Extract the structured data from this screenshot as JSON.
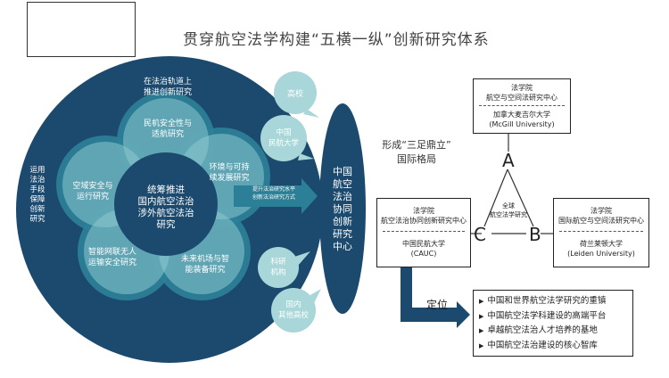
{
  "title": "贯穿航空法学构建“五横一纵”创新研究体系",
  "circle": {
    "core": [
      "统筹推进",
      "国内航空法治",
      "涉外航空法治",
      "研究"
    ],
    "petals": {
      "top": [
        "民机安全性与",
        "适航研究"
      ],
      "right": [
        "环境与可持",
        "续发展研究"
      ],
      "bottom_right": [
        "未来机场与智",
        "能装备研究"
      ],
      "bottom_left": [
        "智能网联无人",
        "运输安全研究"
      ],
      "left": [
        "空域安全与",
        "运行研究"
      ]
    },
    "outer_top": [
      "在法治轨道上",
      "推进创新研究"
    ],
    "outer_left": [
      "运",
      "用",
      "法",
      "治",
      "手",
      "段",
      "保",
      "障",
      "创",
      "新",
      "研",
      "究"
    ],
    "arrow_text": [
      "提升法治研究水平",
      "创新法治研究方式"
    ]
  },
  "bubbles": {
    "b1": "高校",
    "b2": [
      "中国",
      "民航大学"
    ],
    "b3": [
      "科研",
      "机构"
    ],
    "b4": [
      "国内",
      "其他高校"
    ]
  },
  "center_ellipse": [
    "中",
    "国",
    "航",
    "空",
    "法",
    "治",
    "协",
    "同",
    "创",
    "新",
    "研",
    "究",
    "中",
    "心"
  ],
  "center_label": [
    "形成“三足鼎立”",
    "国际格局"
  ],
  "triangle": {
    "a": "A",
    "b": "B",
    "c": "C",
    "middle": [
      "全球",
      "航空法学研究"
    ]
  },
  "boxes": {
    "a": {
      "top": [
        "法学院",
        "航空与空间法研究中心"
      ],
      "bottom": [
        "加拿大麦吉尔大学",
        "(McGill University)"
      ]
    },
    "c": {
      "top": [
        "法学院",
        "航空法治协同创新研究中心"
      ],
      "bottom": [
        "中国民航大学",
        "(CAUC)"
      ]
    },
    "b": {
      "top": [
        "法学院",
        "国际航空与空间法研究中心"
      ],
      "bottom": [
        "荷兰莱顿大学",
        "(Leiden University)"
      ]
    }
  },
  "positioning": {
    "label": "定位",
    "items": [
      "中国和世界航空法学研究的重镇",
      "中国航空法学科建设的高端平台",
      "卓越航空法治人才培养的基地",
      "中国航空法治建设的核心智库"
    ]
  },
  "colors": {
    "dark_navy": "#1b4a6e",
    "mid_teal": "#2b7f96",
    "light_teal": "#8cc9cf",
    "bubble": "#a9d6d8"
  }
}
